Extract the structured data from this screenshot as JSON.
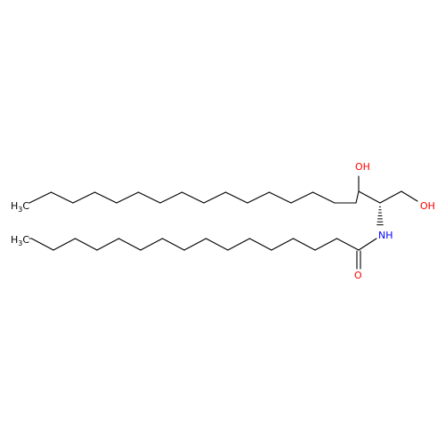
{
  "colors": {
    "bond": "#000000",
    "carbon_label": "#000000",
    "oxygen_label": "#ff0000",
    "nitrogen_label": "#0000ff",
    "background": "#ffffff"
  },
  "labels": {
    "upper_methyl": {
      "main": "H",
      "sub": "3",
      "tail": "C"
    },
    "lower_methyl": {
      "main": "H",
      "sub": "3",
      "tail": "C"
    },
    "secondary_hydroxyl": "OH",
    "primary_hydroxyl": "OH",
    "amide_nitrogen": "NH",
    "carbonyl_oxygen": "O"
  }
}
